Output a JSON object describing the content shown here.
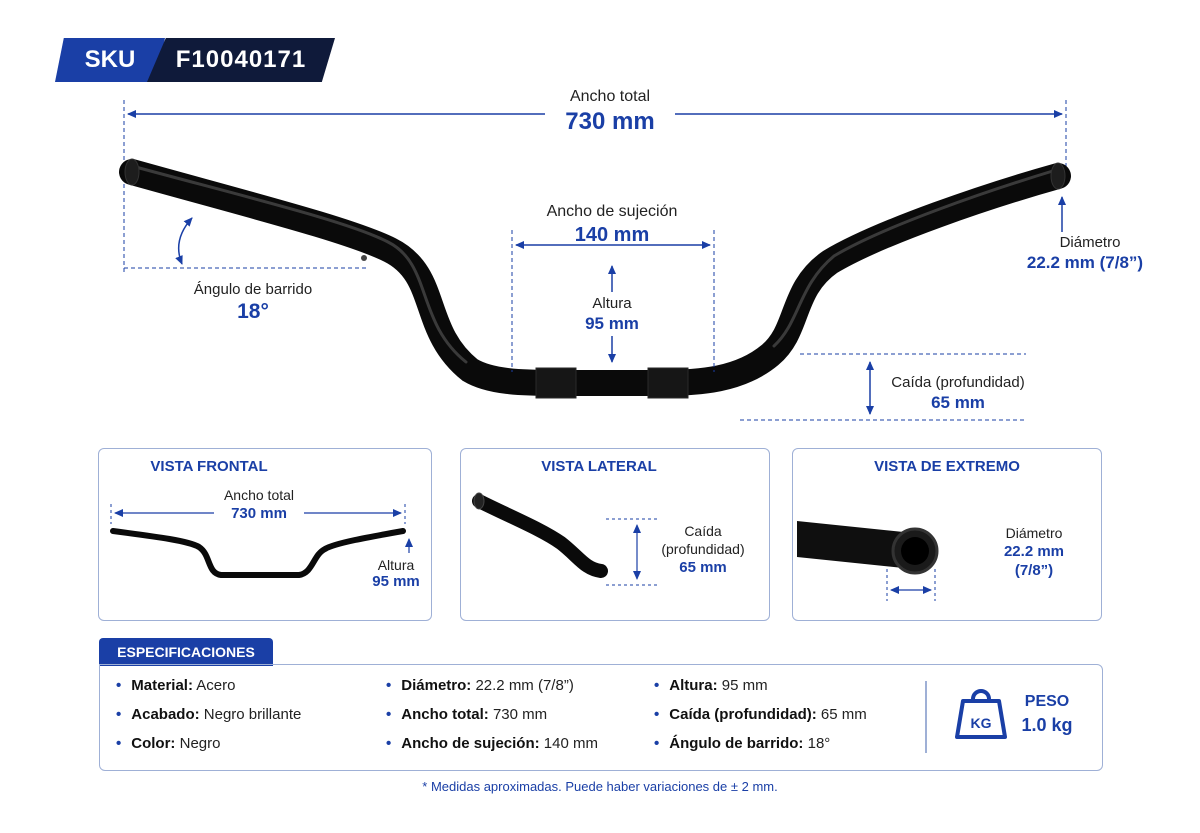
{
  "sku": {
    "label": "SKU",
    "value": "F10040171"
  },
  "main": {
    "ancho_total": {
      "label": "Ancho total",
      "value": "730 mm"
    },
    "ancho_sujecion": {
      "label": "Ancho de sujeción",
      "value": "140 mm"
    },
    "altura": {
      "label": "Altura",
      "value": "95 mm"
    },
    "angulo": {
      "label": "Ángulo de barrido",
      "value": "18°"
    },
    "diametro": {
      "label": "Diámetro",
      "value": "22.2 mm (7/8”)"
    },
    "caida": {
      "label": "Caída (profundidad)",
      "value": "65 mm"
    }
  },
  "views": {
    "frontal": {
      "title": "VISTA FRONTAL",
      "width_label": "Ancho total",
      "width_value": "730 mm",
      "height_label": "Altura",
      "height_value": "95 mm"
    },
    "lateral": {
      "title": "VISTA LATERAL",
      "drop_label_1": "Caída",
      "drop_label_2": "(profundidad)",
      "drop_value": "65 mm"
    },
    "extremo": {
      "title": "VISTA DE EXTREMO",
      "diam_label": "Diámetro",
      "diam_value_1": "22.2 mm",
      "diam_value_2": "(7/8”)"
    }
  },
  "specs": {
    "tab": "ESPECIFICACIONES",
    "col1": [
      {
        "key": "Material:",
        "value": "Acero"
      },
      {
        "key": "Acabado:",
        "value": "Negro brillante"
      },
      {
        "key": "Color:",
        "value": "Negro"
      }
    ],
    "col2": [
      {
        "key": "Diámetro:",
        "value": "22.2 mm (7/8”)"
      },
      {
        "key": "Ancho total:",
        "value": "730 mm"
      },
      {
        "key": "Ancho de sujeción:",
        "value": "140 mm"
      }
    ],
    "col3": [
      {
        "key": "Altura:",
        "value": "95 mm"
      },
      {
        "key": "Caída (profundidad):",
        "value": "65 mm"
      },
      {
        "key": "Ángulo de barrido:",
        "value": "18°"
      }
    ],
    "weight": {
      "icon_text": "KG",
      "label": "PESO",
      "value": "1.0 kg"
    }
  },
  "note": "* Medidas aproximadas. Puede haber variaciones de ± 2 mm.",
  "colors": {
    "accent": "#1a3fa6",
    "dark": "#0f1a3a",
    "border": "#9fb0d6"
  },
  "icons": [
    "arrow-icon",
    "weight-icon"
  ]
}
